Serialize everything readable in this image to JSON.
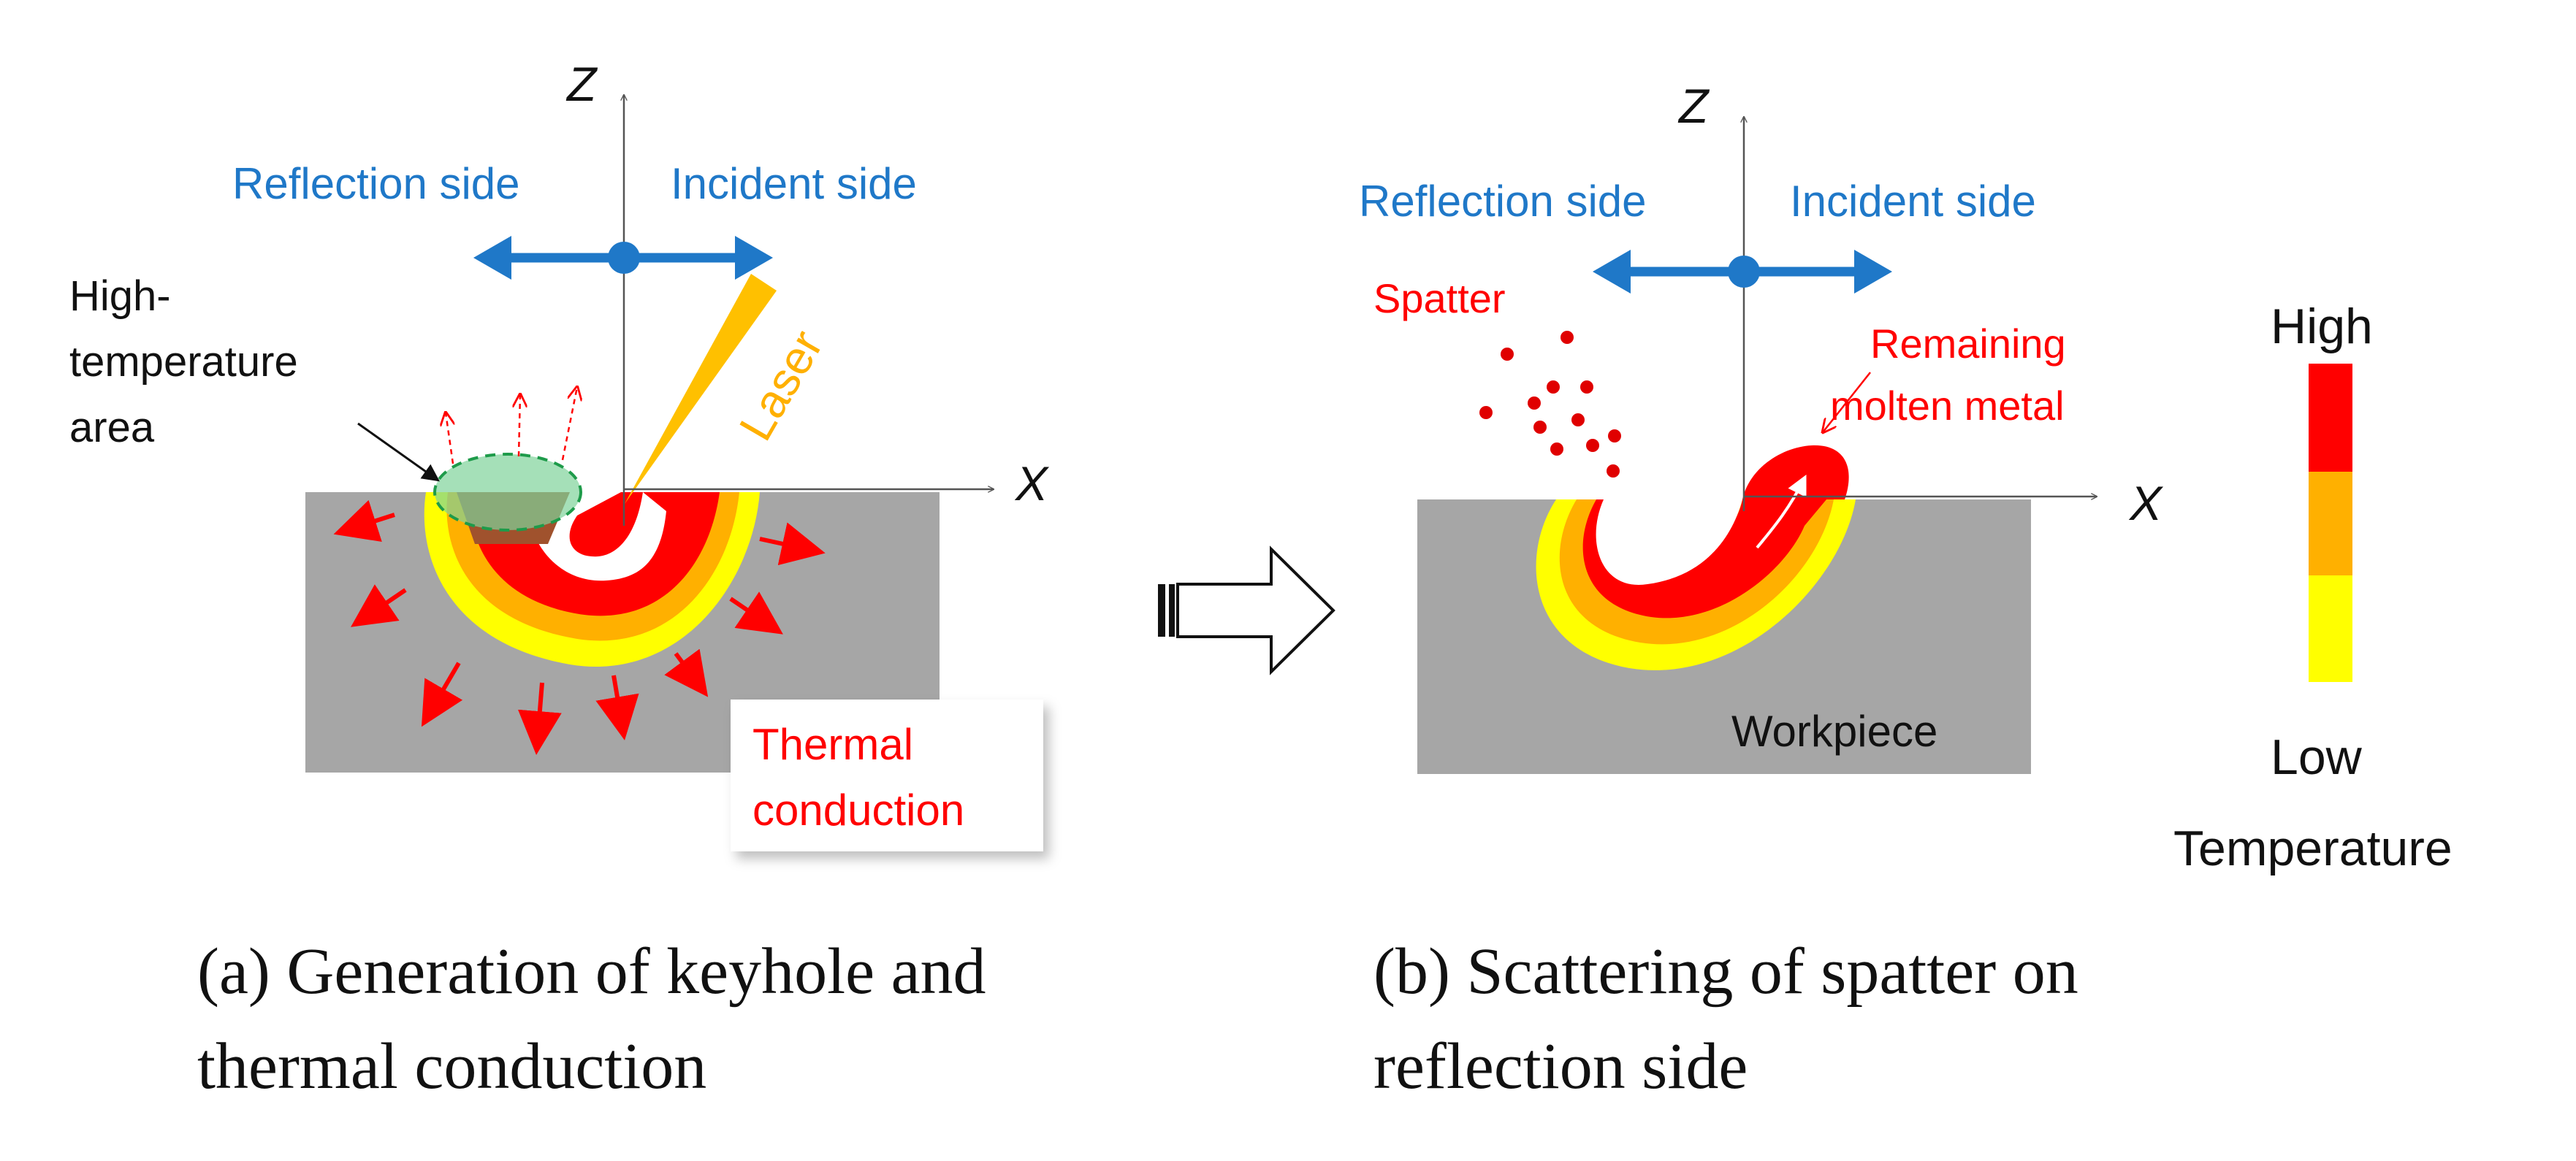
{
  "panel_a": {
    "axis_z": "Z",
    "axis_x": "X",
    "reflection_side": "Reflection side",
    "incident_side": "Incident side",
    "laser": "Laser",
    "high_temp_line1": "High-",
    "high_temp_line2": "temperature",
    "high_temp_line3": "area",
    "thermal_line1": "Thermal",
    "thermal_line2": "conduction",
    "caption_line1": "(a) Generation of keyhole and",
    "caption_line2": "thermal conduction"
  },
  "panel_b": {
    "axis_z": "Z",
    "axis_x": "X",
    "reflection_side": "Reflection side",
    "incident_side": "Incident side",
    "spatter": "Spatter",
    "remaining_line1": "Remaining",
    "remaining_line2": "molten metal",
    "workpiece": "Workpiece",
    "caption_line1": "(b) Scattering of spatter on",
    "caption_line2": "reflection side"
  },
  "legend": {
    "high": "High",
    "low": "Low",
    "temperature": "Temperature"
  },
  "colors": {
    "workpiece": "#a6a6a6",
    "hot": "#ff0000",
    "warm": "#ffb000",
    "cool": "#ffff00",
    "keyhole_core": "#a0522d",
    "side_arrow": "#1f78c8",
    "laser": "#ffc000",
    "high_temp_area": "#7fd39a"
  }
}
